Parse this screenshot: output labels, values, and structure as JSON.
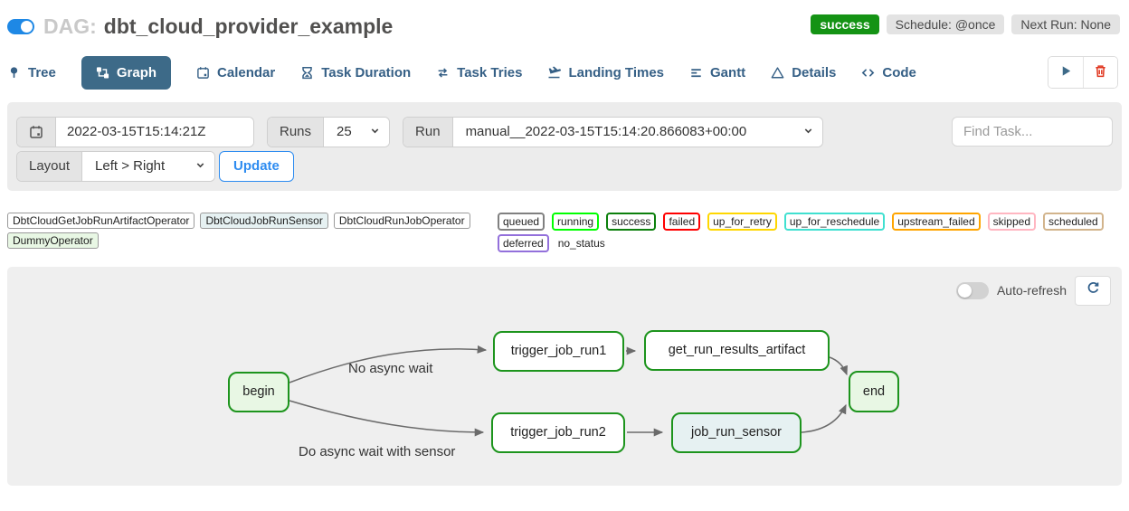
{
  "colors": {
    "accent": "#2e8cf0",
    "toggle_on": "#1e88e5",
    "success_badge": "#149314",
    "node_border": "#1d941d",
    "active_tab_bg": "#3d6a88",
    "tab_text": "#366086",
    "trash_red": "#e0361f"
  },
  "header": {
    "dag_enabled": true,
    "dag_prefix": "DAG:",
    "dag_title": "dbt_cloud_provider_example",
    "status_badge": "success",
    "schedule_badge": "Schedule: @once",
    "next_run_badge": "Next Run: None"
  },
  "tabs": [
    {
      "label": "Tree",
      "icon": "tree-icon",
      "active": false
    },
    {
      "label": "Graph",
      "icon": "graph-icon",
      "active": true
    },
    {
      "label": "Calendar",
      "icon": "calendar-icon",
      "active": false
    },
    {
      "label": "Task Duration",
      "icon": "hourglass-icon",
      "active": false
    },
    {
      "label": "Task Tries",
      "icon": "repeat-icon",
      "active": false
    },
    {
      "label": "Landing Times",
      "icon": "plane-landing-icon",
      "active": false
    },
    {
      "label": "Gantt",
      "icon": "gantt-icon",
      "active": false
    },
    {
      "label": "Details",
      "icon": "details-icon",
      "active": false
    },
    {
      "label": "Code",
      "icon": "code-icon",
      "active": false
    }
  ],
  "filter_bar": {
    "date_value": "2022-03-15T15:14:21Z",
    "runs_label": "Runs",
    "runs_value": "25",
    "run_label": "Run",
    "run_value": "manual__2022-03-15T15:14:20.866083+00:00",
    "find_task_placeholder": "Find Task...",
    "layout_label": "Layout",
    "layout_value": "Left > Right",
    "update_label": "Update"
  },
  "legend": {
    "operators": [
      {
        "label": "DbtCloudGetJobRunArtifactOperator",
        "fill": "#ffffff"
      },
      {
        "label": "DbtCloudJobRunSensor",
        "fill": "#e6f1f2"
      },
      {
        "label": "DbtCloudRunJobOperator",
        "fill": "#ffffff"
      },
      {
        "label": "DummyOperator",
        "fill": "#e8f7e4"
      }
    ],
    "statuses": [
      {
        "label": "queued",
        "color": "#808080"
      },
      {
        "label": "running",
        "color": "#00ff00"
      },
      {
        "label": "success",
        "color": "#0c800c"
      },
      {
        "label": "failed",
        "color": "#ff0000"
      },
      {
        "label": "up_for_retry",
        "color": "#ffd700"
      },
      {
        "label": "up_for_reschedule",
        "color": "#40e0d0"
      },
      {
        "label": "upstream_failed",
        "color": "#ffa500"
      },
      {
        "label": "skipped",
        "color": "#ffb6c1"
      },
      {
        "label": "scheduled",
        "color": "#d2b48c"
      },
      {
        "label": "deferred",
        "color": "#9370db"
      },
      {
        "label": "no_status",
        "color": "none"
      }
    ]
  },
  "graph": {
    "auto_refresh_label": "Auto-refresh",
    "auto_refresh_on": false,
    "nodes": {
      "begin": {
        "label": "begin",
        "fill": "#e8f7e4"
      },
      "trigger_job_run1": {
        "label": "trigger_job_run1",
        "fill": "#ffffff"
      },
      "get_run_results_artifact": {
        "label": "get_run_results_artifact",
        "fill": "#ffffff"
      },
      "end": {
        "label": "end",
        "fill": "#e8f7e4"
      },
      "trigger_job_run2": {
        "label": "trigger_job_run2",
        "fill": "#ffffff"
      },
      "job_run_sensor": {
        "label": "job_run_sensor",
        "fill": "#e6f1f2"
      }
    },
    "edge_labels": {
      "top": "No async wait",
      "bottom": "Do async wait with sensor"
    }
  }
}
